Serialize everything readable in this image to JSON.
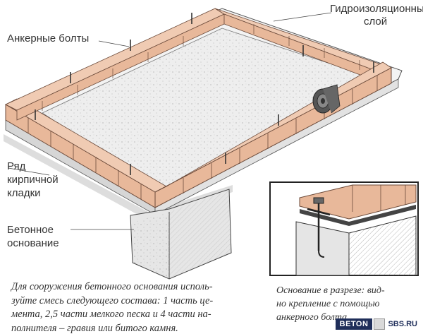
{
  "labels": {
    "anchor_bolts": "Анкерные болты",
    "waterproofing": [
      "Гидроизоляционный",
      "слой"
    ],
    "brick_row": [
      "Ряд",
      "кирпичной",
      "кладки"
    ],
    "concrete_base": [
      "Бетонное",
      "основание"
    ]
  },
  "caption_main": [
    "Для сооружения бетонного основания исполь-",
    "зуйте смесь следующего состава: 1 часть це-",
    "мента, 2,5 части мелкого песка и 4 части на-",
    "полнителя – гравия или битого камня."
  ],
  "caption_inset": [
    "Основание в разрезе: вид-",
    "но крепление с помощью",
    "анкерного болта"
  ],
  "watermark": {
    "left": "BETON",
    "right": "SBS.RU"
  },
  "colors": {
    "brick": "#e8b89a",
    "brick_dark": "#c98c6c",
    "ink": "#333333",
    "slab": "#f2f2f2",
    "watermark": "#1f2e5a"
  }
}
